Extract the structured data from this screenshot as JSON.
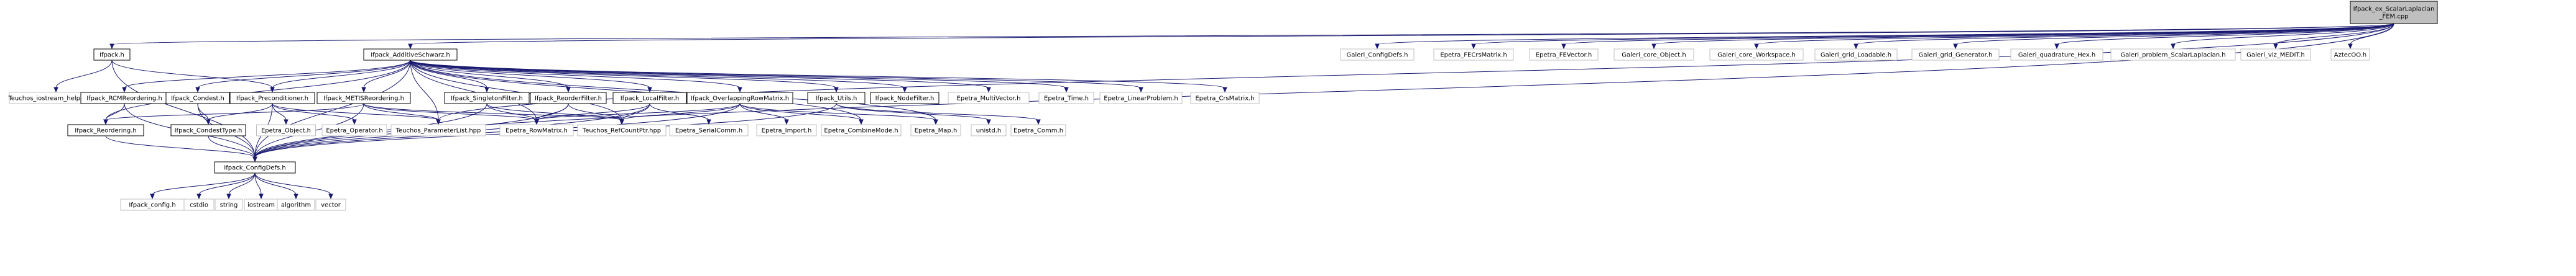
{
  "nodes": {
    "root": "Ifpack_ex_ScalarLaplacian\n_FEM.cpp",
    "ifpack_h": "Ifpack.h",
    "additive_schwarz": "Ifpack_AdditiveSchwarz.h",
    "galeri_configdefs": "Galeri_ConfigDefs.h",
    "epetra_fecrsmatrix": "Epetra_FECrsMatrix.h",
    "epetra_fevector": "Epetra_FEVector.h",
    "galeri_core_object": "Galeri_core_Object.h",
    "galeri_core_workspace": "Galeri_core_Workspace.h",
    "galeri_grid_loadable": "Galeri_grid_Loadable.h",
    "galeri_grid_generator": "Galeri_grid_Generator.h",
    "galeri_quadrature_hex": "Galeri_quadrature_Hex.h",
    "galeri_problem_scalarlaplacian": "Galeri_problem_ScalarLaplacian.h",
    "galeri_viz_medit": "Galeri_viz_MEDIT.h",
    "aztecoo": "AztecOO.h",
    "teuchos_iostream": "Teuchos_iostream_helpers.hpp",
    "rcm_reordering": "Ifpack_RCMReordering.h",
    "condest_h": "Ifpack_Condest.h",
    "preconditioner": "Ifpack_Preconditioner.h",
    "metis_reordering": "Ifpack_METISReordering.h",
    "singleton_filter": "Ifpack_SingletonFilter.h",
    "reorder_filter": "Ifpack_ReorderFilter.h",
    "local_filter": "Ifpack_LocalFilter.h",
    "overlapping_rowmatrix": "Ifpack_OverlappingRowMatrix.h",
    "utils": "Ifpack_Utils.h",
    "node_filter": "Ifpack_NodeFilter.h",
    "epetra_multivector": "Epetra_MultiVector.h",
    "epetra_time": "Epetra_Time.h",
    "epetra_linearproblem": "Epetra_LinearProblem.h",
    "epetra_crsmatrix": "Epetra_CrsMatrix.h",
    "reordering": "Ifpack_Reordering.h",
    "condest_type": "Ifpack_CondestType.h",
    "epetra_object": "Epetra_Object.h",
    "epetra_operator": "Epetra_Operator.h",
    "teuchos_parameterlist": "Teuchos_ParameterList.hpp",
    "epetra_rowmatrix": "Epetra_RowMatrix.h",
    "teuchos_rcpptr": "Teuchos_RefCountPtr.hpp",
    "epetra_serialcomm": "Epetra_SerialComm.h",
    "epetra_import": "Epetra_Import.h",
    "epetra_combinemode": "Epetra_CombineMode.h",
    "epetra_map": "Epetra_Map.h",
    "unistd": "unistd.h",
    "epetra_comm": "Epetra_Comm.h",
    "ifpack_configdefs": "Ifpack_ConfigDefs.h",
    "ifpack_config": "Ifpack_config.h",
    "cstdio": "cstdio",
    "string": "string",
    "iostream": "iostream",
    "algorithm": "algorithm",
    "vector": "vector"
  },
  "colors": {
    "edge": "#191970",
    "root_fill": "#bfbfbf",
    "node_stroke_documented": "#000000",
    "node_stroke_external": "#bfbfbf",
    "node_fill": "#ffffff"
  }
}
